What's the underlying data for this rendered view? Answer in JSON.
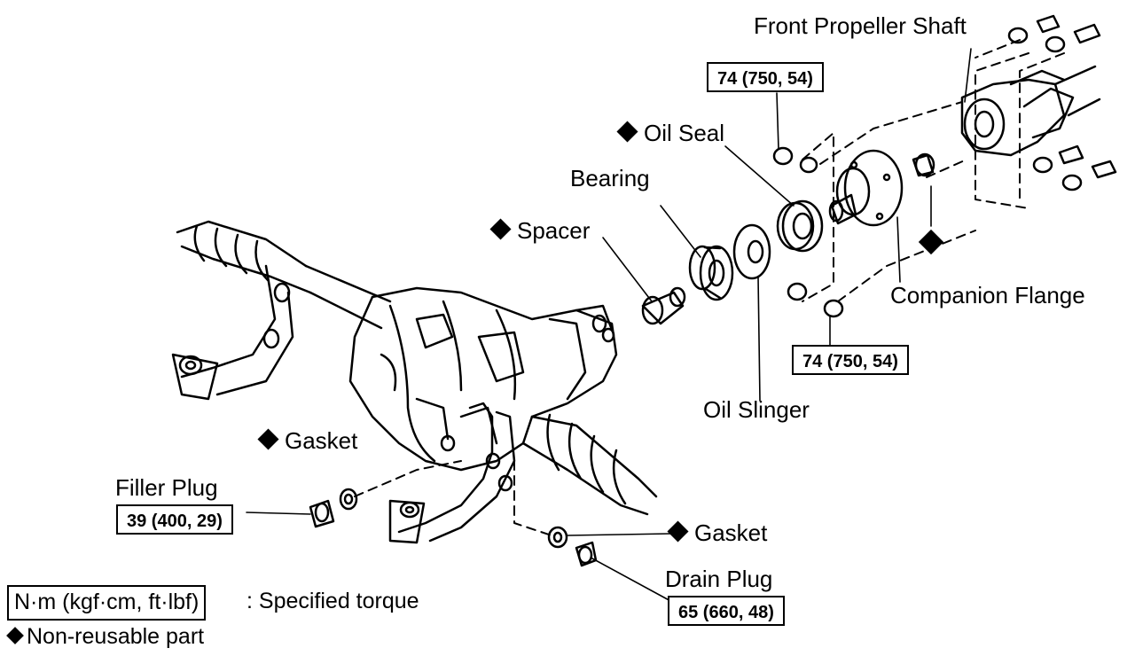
{
  "labels": {
    "front_propeller_shaft": "Front Propeller Shaft",
    "oil_seal": "Oil Seal",
    "bearing": "Bearing",
    "spacer": "Spacer",
    "companion_flange": "Companion Flange",
    "oil_slinger": "Oil Slinger",
    "gasket_upper": "Gasket",
    "gasket_lower": "Gasket",
    "filler_plug": "Filler Plug",
    "drain_plug": "Drain Plug"
  },
  "torques": {
    "propeller_bolts_top": "74 (750, 54)",
    "flange_nut_bottom": "74 (750, 54)",
    "filler_plug": "39 (400, 29)",
    "drain_plug": "65 (660, 48)"
  },
  "legend": {
    "unit_box": "N·m (kgf·cm, ft·lbf)",
    "unit_text": ": Specified torque",
    "nonreusable_text": "Non-reusable part"
  }
}
